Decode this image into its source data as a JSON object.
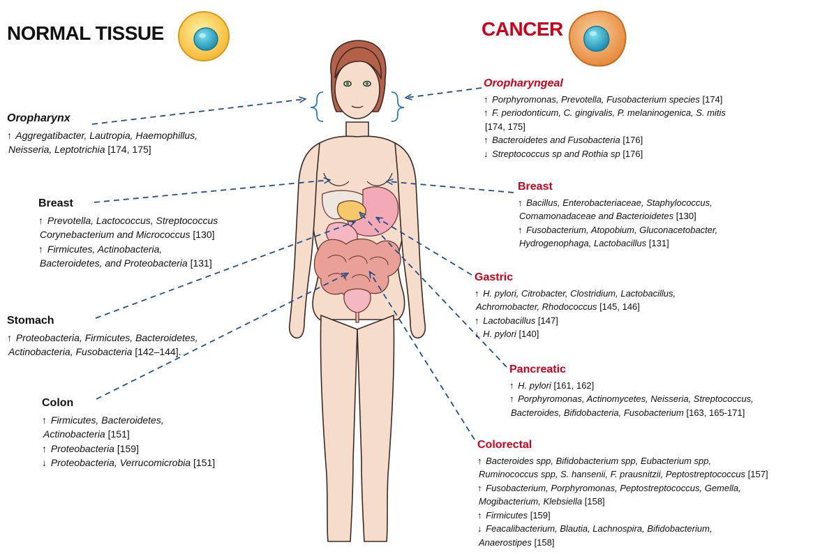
{
  "headings": {
    "normal": "NORMAL TISSUE",
    "cancer": "CANCER"
  },
  "normal": {
    "oropharynx": {
      "title": "Oropharynx",
      "lines": [
        {
          "arrow": "↑",
          "taxa": "Aggregatibacter, Lautropia, Haemophillus,",
          "ref": ""
        },
        {
          "arrow": "",
          "taxa": "Neisseria, Leptotrichia",
          "ref": "[174, 175]"
        }
      ]
    },
    "breast": {
      "title": "Breast",
      "lines": [
        {
          "arrow": "↑",
          "taxa": "Prevotella, Lactococcus, Streptococcus",
          "ref": ""
        },
        {
          "arrow": "",
          "taxa": "Corynebacterium and Micrococcus",
          "ref": "[130]"
        },
        {
          "arrow": "↑",
          "taxa": "Firmicutes, Actinobacteria,",
          "ref": ""
        },
        {
          "arrow": "",
          "taxa": "Bacteroidetes, and Proteobacteria",
          "ref": "[131]"
        }
      ]
    },
    "stomach": {
      "title": "Stomach",
      "lines": [
        {
          "arrow": "↑",
          "taxa": "Proteobacteria, Firmicutes, Bacteroidetes,",
          "ref": ""
        },
        {
          "arrow": "",
          "taxa": "Actinobacteria, Fusobacteria",
          "ref": "[142–144]."
        }
      ]
    },
    "colon": {
      "title": "Colon",
      "lines": [
        {
          "arrow": "↑",
          "taxa": "Firmicutes, Bacteroidetes,",
          "ref": ""
        },
        {
          "arrow": "",
          "taxa": "Actinobacteria",
          "ref": "[151]"
        },
        {
          "arrow": "↑",
          "taxa": "Proteobacteria",
          "ref": "[159]"
        },
        {
          "arrow": "↓",
          "taxa": "Proteobacteria, Verrucomicrobia",
          "ref": "[151]"
        }
      ]
    }
  },
  "cancer": {
    "oropharyngeal": {
      "title": "Oropharyngeal",
      "lines": [
        {
          "arrow": "↑",
          "taxa": "Porphyromonas, Prevotella, Fusobacterium species",
          "ref": "[174]"
        },
        {
          "arrow": "↑",
          "taxa": "F. periodonticum, C. gingivalis, P. melaninogenica, S. mitis",
          "ref": ""
        },
        {
          "arrow": "",
          "taxa": "",
          "ref": "[174, 175]"
        },
        {
          "arrow": "↑",
          "taxa": "Bacteroidetes and Fusobacteria",
          "ref": "[176]"
        },
        {
          "arrow": "↓",
          "taxa": "Streptococcus sp and Rothia sp",
          "ref": "[176]"
        }
      ]
    },
    "breast": {
      "title": "Breast",
      "lines": [
        {
          "arrow": "↑",
          "taxa": "Bacillus, Enterobacteriaceae, Staphylococcus,",
          "ref": ""
        },
        {
          "arrow": "",
          "taxa": "Comamonadaceae and Bacterioidetes",
          "ref": "[130]"
        },
        {
          "arrow": "↑",
          "taxa": "Fusobacterium, Atopobium, Gluconacetobacter,",
          "ref": ""
        },
        {
          "arrow": "",
          "taxa": "Hydrogenophaga, Lactobacillus",
          "ref": "[131]"
        }
      ]
    },
    "gastric": {
      "title": "Gastric",
      "lines": [
        {
          "arrow": "↑",
          "taxa": "H. pylori, Citrobacter, Clostridium, Lactobacillus,",
          "ref": ""
        },
        {
          "arrow": "",
          "taxa": "Achromobacter, Rhodococcus",
          "ref": "[145, 146]"
        },
        {
          "arrow": "↑",
          "taxa": "Lactobacillus",
          "ref": "[147]"
        },
        {
          "arrow": "↓",
          "taxa": "H. pylori",
          "ref": "[140]"
        }
      ]
    },
    "pancreatic": {
      "title": "Pancreatic",
      "lines": [
        {
          "arrow": "↑",
          "taxa": "H. pylori",
          "ref": "[161, 162]"
        },
        {
          "arrow": "↑",
          "taxa": "Porphyromonas, Actinomycetes, Neisseria, Streptococcus,",
          "ref": ""
        },
        {
          "arrow": "",
          "taxa": "Bacteroides, Bifidobacteria, Fusobacterium",
          "ref": "[163, 165-171]"
        }
      ]
    },
    "colorectal": {
      "title": "Colorectal",
      "lines": [
        {
          "arrow": "↑",
          "taxa": "Bacteroides spp, Bifidobacterium spp, Eubacterium spp,",
          "ref": ""
        },
        {
          "arrow": "",
          "taxa": "Ruminococcus spp, S. hansenii, F. prausnitzii, Peptostreptococcus",
          "ref": "[157]"
        },
        {
          "arrow": "↑",
          "taxa": "Fusobacterium, Porphyromonas, Peptostreptococcus, Gemella,",
          "ref": ""
        },
        {
          "arrow": "",
          "taxa": "Mogibacterium, Klebsiella",
          "ref": "[158]"
        },
        {
          "arrow": "↑",
          "taxa": "Firmicutes",
          "ref": "[159]"
        },
        {
          "arrow": "↓",
          "taxa": "Feacalibacterium, Blautia, Lachnospira, Bifidobacterium,",
          "ref": ""
        },
        {
          "arrow": "",
          "taxa": "Anaerostipes",
          "ref": "[158]"
        }
      ]
    }
  },
  "colors": {
    "cancer_red": "#d0021b",
    "connector_blue": "#1f4e8c",
    "skin": "#f6dccb",
    "hair": "#b5614a",
    "stomach": "#f4a9b6",
    "liver": "#c79a86",
    "pancreas": "#f5c96a",
    "intestine": "#e8a097"
  }
}
